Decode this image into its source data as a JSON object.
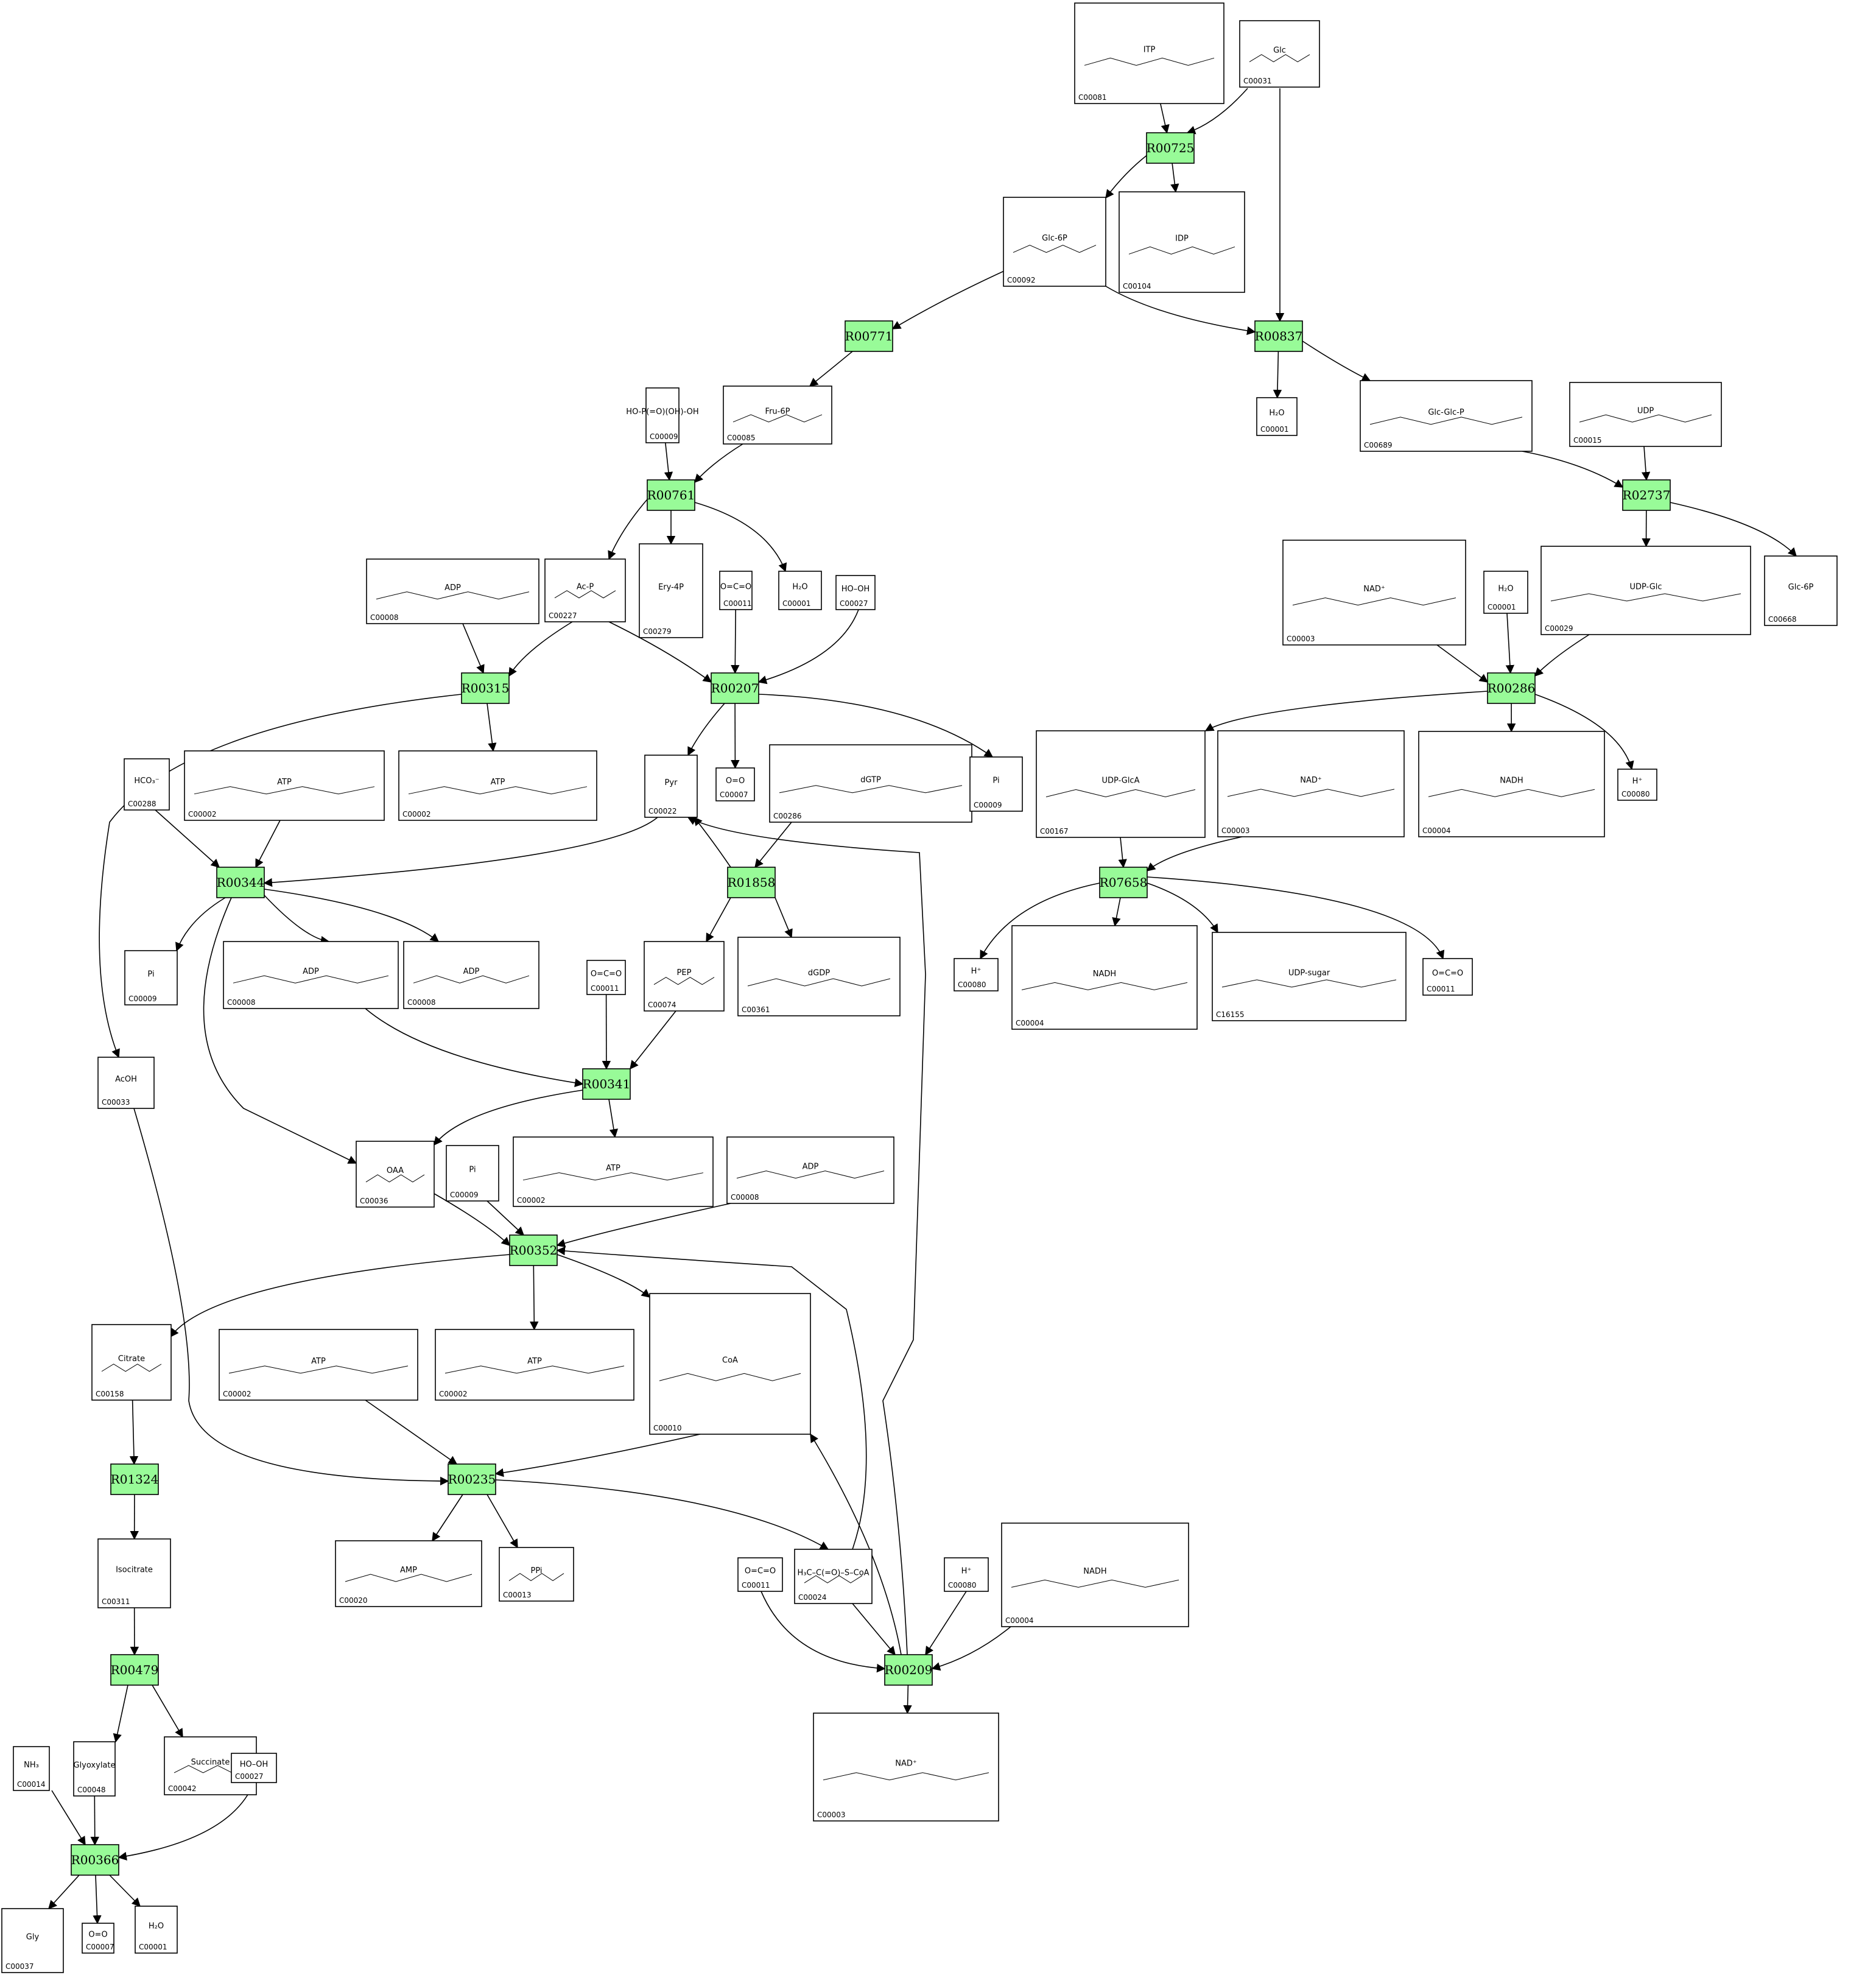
{
  "diagram": {
    "colors": {
      "reaction_fill": "#98fb98",
      "stroke": "#000000",
      "background": "#ffffff"
    },
    "reactions": [
      {
        "id": "R00725"
      },
      {
        "id": "R00771"
      },
      {
        "id": "R00837"
      },
      {
        "id": "R00761"
      },
      {
        "id": "R02737"
      },
      {
        "id": "R00315"
      },
      {
        "id": "R00207"
      },
      {
        "id": "R00286"
      },
      {
        "id": "R00344"
      },
      {
        "id": "R01858"
      },
      {
        "id": "R07658"
      },
      {
        "id": "R00341"
      },
      {
        "id": "R00352"
      },
      {
        "id": "R01324"
      },
      {
        "id": "R00235"
      },
      {
        "id": "R00209"
      },
      {
        "id": "R00479"
      },
      {
        "id": "R00366"
      }
    ],
    "compounds": [
      {
        "id": "C00081",
        "formula": "ITP"
      },
      {
        "id": "C00031",
        "formula": "Glc"
      },
      {
        "id": "C00092",
        "formula": "Glc-6P"
      },
      {
        "id": "C00104",
        "formula": "IDP"
      },
      {
        "id": "C00085",
        "formula": "Fru-6P"
      },
      {
        "id": "C00009",
        "formula": "HO-P(=O)(OH)-OH"
      },
      {
        "id": "C00001",
        "formula": "H₂O"
      },
      {
        "id": "C00689",
        "formula": "Glc-Glc-P"
      },
      {
        "id": "C00015",
        "formula": "UDP"
      },
      {
        "id": "C00008",
        "formula": "ADP"
      },
      {
        "id": "C00227",
        "formula": "Ac-P"
      },
      {
        "id": "C00279",
        "formula": "Ery-4P"
      },
      {
        "id": "C00011",
        "formula": "O=C=O"
      },
      {
        "id": "C00001",
        "formula": "H₂O"
      },
      {
        "id": "C00027",
        "formula": "HO–OH"
      },
      {
        "id": "C00003",
        "formula": "NAD⁺"
      },
      {
        "id": "C00001",
        "formula": "H₂O"
      },
      {
        "id": "C00029",
        "formula": "UDP-Glc"
      },
      {
        "id": "C00668",
        "formula": "Glc-6P"
      },
      {
        "id": "C00288",
        "formula": "HCO₃⁻"
      },
      {
        "id": "C00002",
        "formula": "ATP"
      },
      {
        "id": "C00002",
        "formula": "ATP"
      },
      {
        "id": "C00022",
        "formula": "Pyr"
      },
      {
        "id": "C00007",
        "formula": "O=O"
      },
      {
        "id": "C00286",
        "formula": "dGTP"
      },
      {
        "id": "C00009",
        "formula": "Pi"
      },
      {
        "id": "C00167",
        "formula": "UDP-GlcA"
      },
      {
        "id": "C00003",
        "formula": "NAD⁺"
      },
      {
        "id": "C00004",
        "formula": "NADH"
      },
      {
        "id": "C00080",
        "formula": "H⁺"
      },
      {
        "id": "C00009",
        "formula": "Pi"
      },
      {
        "id": "C00008",
        "formula": "ADP"
      },
      {
        "id": "C00008",
        "formula": "ADP"
      },
      {
        "id": "C00011",
        "formula": "O=C=O"
      },
      {
        "id": "C00074",
        "formula": "PEP"
      },
      {
        "id": "C00361",
        "formula": "dGDP"
      },
      {
        "id": "C00080",
        "formula": "H⁺"
      },
      {
        "id": "C00004",
        "formula": "NADH"
      },
      {
        "id": "C16155",
        "formula": "UDP-sugar"
      },
      {
        "id": "C00011",
        "formula": "O=C=O"
      },
      {
        "id": "C00033",
        "formula": "AcOH"
      },
      {
        "id": "C00036",
        "formula": "OAA"
      },
      {
        "id": "C00009",
        "formula": "Pi"
      },
      {
        "id": "C00002",
        "formula": "ATP"
      },
      {
        "id": "C00008",
        "formula": "ADP"
      },
      {
        "id": "C00158",
        "formula": "Citrate"
      },
      {
        "id": "C00002",
        "formula": "ATP"
      },
      {
        "id": "C00002",
        "formula": "ATP"
      },
      {
        "id": "C00010",
        "formula": "CoA"
      },
      {
        "id": "C00311",
        "formula": "Isocitrate"
      },
      {
        "id": "C00020",
        "formula": "AMP"
      },
      {
        "id": "C00013",
        "formula": "PPi"
      },
      {
        "id": "C00011",
        "formula": "O=C=O"
      },
      {
        "id": "C00024",
        "formula": "H₃C–C(=O)–S–CoA"
      },
      {
        "id": "C00080",
        "formula": "H⁺"
      },
      {
        "id": "C00004",
        "formula": "NADH"
      },
      {
        "id": "C00003",
        "formula": "NAD⁺"
      },
      {
        "id": "C00014",
        "formula": "NH₃"
      },
      {
        "id": "C00048",
        "formula": "Glyoxylate"
      },
      {
        "id": "C00042",
        "formula": "Succinate"
      },
      {
        "id": "C00027",
        "formula": "HO–OH"
      },
      {
        "id": "C00037",
        "formula": "Gly"
      },
      {
        "id": "C00007",
        "formula": "O=O"
      },
      {
        "id": "C00001",
        "formula": "H₂O"
      }
    ]
  }
}
